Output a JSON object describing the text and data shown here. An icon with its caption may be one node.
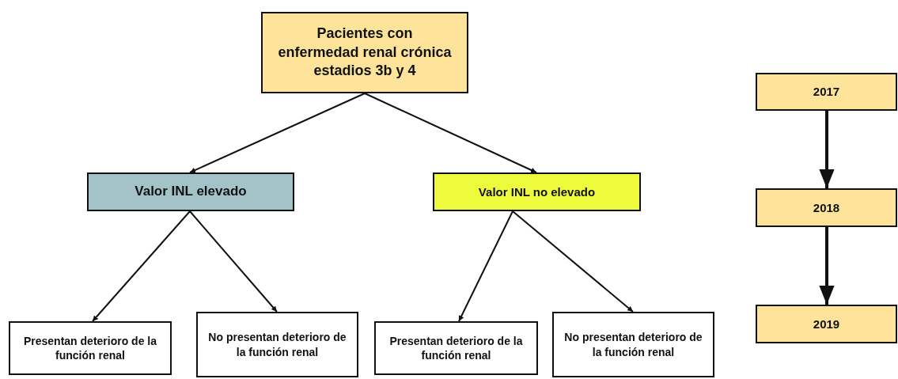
{
  "diagram": {
    "nodes": [
      {
        "text": [
          "Pacientes con enfermedad renal crónica estadios 3b y 4"
        ]
      },
      {
        "text": [
          "Valor INL elevado"
        ]
      },
      {
        "text": [
          "Valor INL no elevado"
        ]
      },
      {
        "text": [
          "Presentan deterioro de la función renal"
        ]
      },
      {
        "text": [
          "No presentan deterioro de la función renal"
        ]
      },
      {
        "text": [
          "Presentan deterioro de la función renal"
        ]
      },
      {
        "text": [
          "No presentan deterioro de la función renal"
        ]
      },
      {
        "text": [
          "2017"
        ]
      },
      {
        "text": [
          "2018"
        ]
      },
      {
        "text": [
          "2019"
        ]
      }
    ],
    "edges": [
      {
        "from": 0,
        "to": 1,
        "arrow": "to"
      },
      {
        "from": 0,
        "to": 2,
        "arrow": "to"
      },
      {
        "from": 1,
        "to": 3,
        "arrow": "to"
      },
      {
        "from": 1,
        "to": 4,
        "arrow": "to"
      },
      {
        "from": 2,
        "to": 5,
        "arrow": "to"
      },
      {
        "from": 2,
        "to": 6,
        "arrow": "to"
      },
      {
        "from": 7,
        "to": 8,
        "arrow": "to",
        "style": "thick"
      },
      {
        "from": 8,
        "to": 9,
        "arrow": "to",
        "style": "thick"
      }
    ]
  }
}
